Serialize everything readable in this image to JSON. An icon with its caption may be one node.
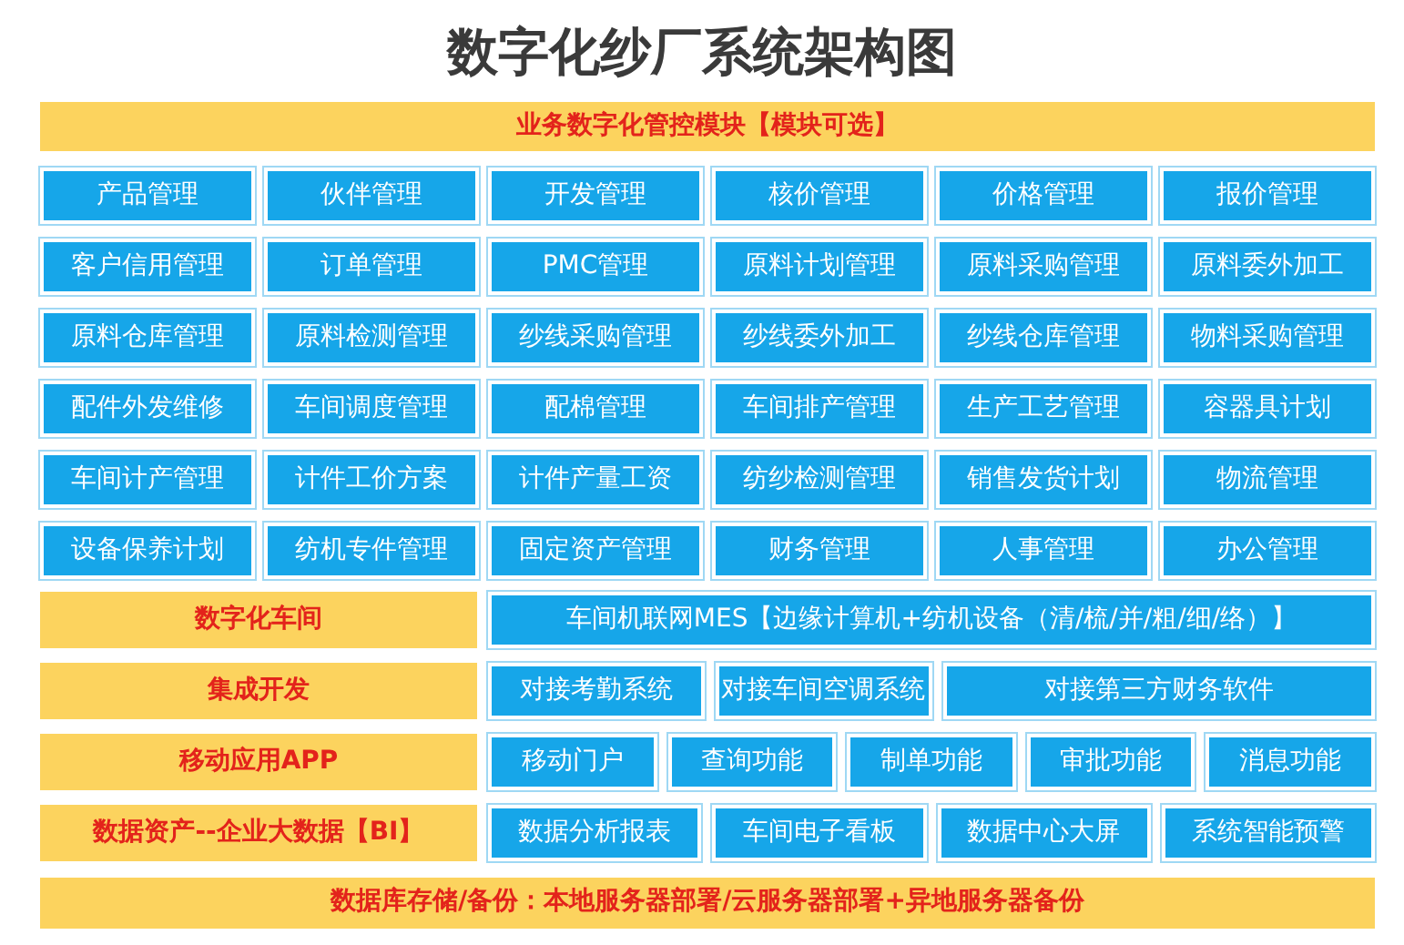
{
  "diagram": {
    "title": "数字化纱厂系统架构图",
    "nodes": [
      {
        "text": [
          "业务数字化管控模块【模块可选】"
        ]
      },
      {
        "text": [
          "产品管理"
        ]
      },
      {
        "text": [
          "伙伴管理"
        ]
      },
      {
        "text": [
          "开发管理"
        ]
      },
      {
        "text": [
          "核价管理"
        ]
      },
      {
        "text": [
          "价格管理"
        ]
      },
      {
        "text": [
          "报价管理"
        ]
      },
      {
        "text": [
          "客户信用管理"
        ]
      },
      {
        "text": [
          "订单管理"
        ]
      },
      {
        "text": [
          "PMC管理"
        ]
      },
      {
        "text": [
          "原料计划管理"
        ]
      },
      {
        "text": [
          "原料采购管理"
        ]
      },
      {
        "text": [
          "原料委外加工"
        ]
      },
      {
        "text": [
          "原料仓库管理"
        ]
      },
      {
        "text": [
          "原料检测管理"
        ]
      },
      {
        "text": [
          "纱线采购管理"
        ]
      },
      {
        "text": [
          "纱线委外加工"
        ]
      },
      {
        "text": [
          "纱线仓库管理"
        ]
      },
      {
        "text": [
          "物料采购管理"
        ]
      },
      {
        "text": [
          "配件外发维修"
        ]
      },
      {
        "text": [
          "车间调度管理"
        ]
      },
      {
        "text": [
          "配棉管理"
        ]
      },
      {
        "text": [
          "车间排产管理"
        ]
      },
      {
        "text": [
          "生产工艺管理"
        ]
      },
      {
        "text": [
          "容器具计划"
        ]
      },
      {
        "text": [
          "车间计产管理"
        ]
      },
      {
        "text": [
          "计件工价方案"
        ]
      },
      {
        "text": [
          "计件产量工资"
        ]
      },
      {
        "text": [
          "纺纱检测管理"
        ]
      },
      {
        "text": [
          "销售发货计划"
        ]
      },
      {
        "text": [
          "物流管理"
        ]
      },
      {
        "text": [
          "设备保养计划"
        ]
      },
      {
        "text": [
          "纺机专件管理"
        ]
      },
      {
        "text": [
          "固定资产管理"
        ]
      },
      {
        "text": [
          "财务管理"
        ]
      },
      {
        "text": [
          "人事管理"
        ]
      },
      {
        "text": [
          "办公管理"
        ]
      },
      {
        "text": [
          "数字化车间"
        ]
      },
      {
        "text": [
          "车间机联网MES【边缘计算机+纺机设备（清/梳/并/粗/细/络）】"
        ]
      },
      {
        "text": [
          "集成开发"
        ]
      },
      {
        "text": [
          "对接考勤系统"
        ]
      },
      {
        "text": [
          "对接车间空调系统"
        ]
      },
      {
        "text": [
          "对接第三方财务软件"
        ]
      },
      {
        "text": [
          "移动应用APP"
        ]
      },
      {
        "text": [
          "移动门户"
        ]
      },
      {
        "text": [
          "查询功能"
        ]
      },
      {
        "text": [
          "制单功能"
        ]
      },
      {
        "text": [
          "审批功能"
        ]
      },
      {
        "text": [
          "消息功能"
        ]
      },
      {
        "text": [
          "数据资产--企业大数据【BI】"
        ]
      },
      {
        "text": [
          "数据分析报表"
        ]
      },
      {
        "text": [
          "车间电子看板"
        ]
      },
      {
        "text": [
          "数据中心大屏"
        ]
      },
      {
        "text": [
          "系统智能预警"
        ]
      },
      {
        "text": [
          "数据库存储/备份：本地服务器部署/云服务器部署+异地服务器备份"
        ]
      }
    ],
    "edges": []
  }
}
